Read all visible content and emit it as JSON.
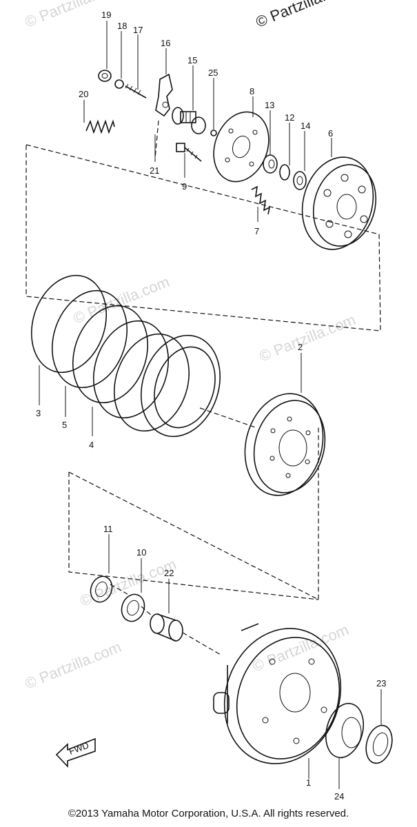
{
  "watermarks": [
    "© Partzilla.com",
    "© Partzilla.com",
    "© Partzilla.com",
    "© Partzilla.com",
    "© Partzilla.com",
    "© Partzilla.com",
    "© Partzilla.com"
  ],
  "callouts": [
    "19",
    "18",
    "17",
    "16",
    "15",
    "25",
    "20",
    "8",
    "13",
    "12",
    "14",
    "6",
    "21",
    "9",
    "7",
    "2",
    "3",
    "5",
    "4",
    "11",
    "10",
    "22",
    "23",
    "1",
    "24"
  ],
  "fwd_label": "FWD",
  "copyright": "©2013  Yamaha Motor Corporation, U.S.A. All rights reserved."
}
